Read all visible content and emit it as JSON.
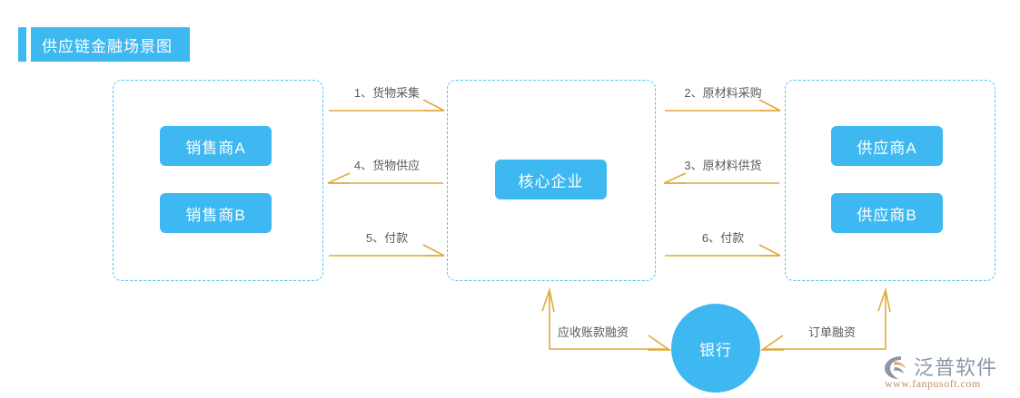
{
  "header": {
    "title": "供应链金融场景图",
    "accent_color": "#3EB8F0"
  },
  "colors": {
    "brand_blue": "#3EB8F0",
    "dashed_border": "#54C2F2",
    "arrow_gold": "#E0A93B",
    "label_gray": "#5a5a5a"
  },
  "groups": {
    "sellers": {
      "entities": [
        {
          "label": "销售商A"
        },
        {
          "label": "销售商B"
        }
      ]
    },
    "core": {
      "entities": [
        {
          "label": "核心企业"
        }
      ]
    },
    "suppliers": {
      "entities": [
        {
          "label": "供应商A"
        },
        {
          "label": "供应商B"
        }
      ]
    }
  },
  "bank": {
    "label": "银行"
  },
  "flows": {
    "left_side": [
      {
        "label": "1、货物采集",
        "direction": "right"
      },
      {
        "label": "4、货物供应",
        "direction": "left"
      },
      {
        "label": "5、付款",
        "direction": "right"
      }
    ],
    "right_side": [
      {
        "label": "2、原材料采购",
        "direction": "right"
      },
      {
        "label": "3、原材料供货",
        "direction": "left"
      },
      {
        "label": "6、付款",
        "direction": "right"
      }
    ]
  },
  "finance_links": {
    "left": {
      "label": "应收账款融资"
    },
    "right": {
      "label": "订单融资"
    }
  },
  "brand": {
    "name": "泛普软件",
    "url": "www.fanpusoft.com"
  }
}
